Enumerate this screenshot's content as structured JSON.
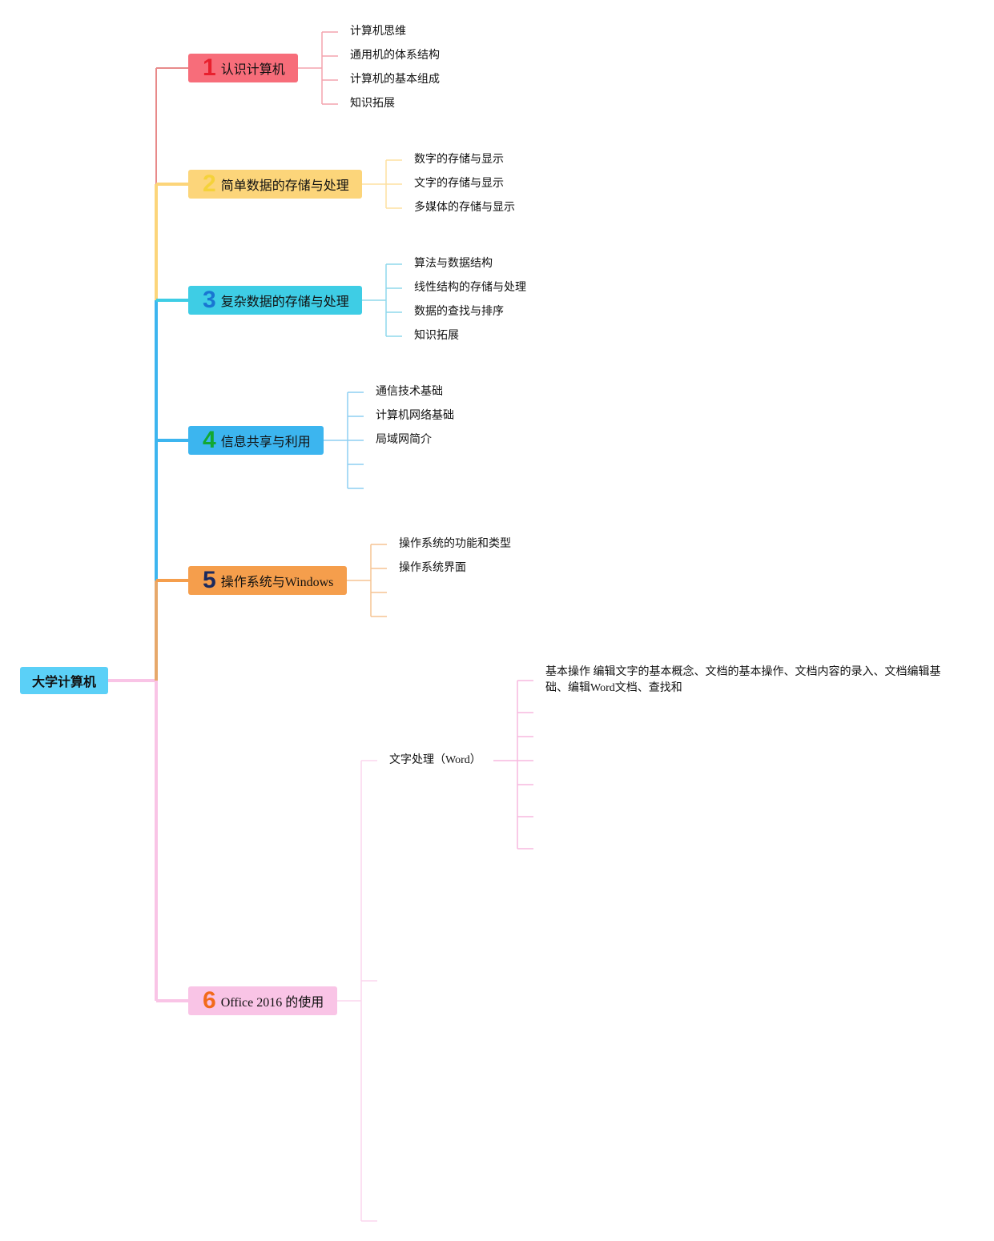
{
  "root": {
    "label": "大学计算机"
  },
  "colors": {
    "root": "#5bd0f7",
    "b1": "#f76d7a",
    "b2": "#fcd57a",
    "b3": "#3ecde5",
    "b4": "#3cb5ef",
    "b5": "#f59e4c",
    "b6": "#f9c4e6"
  },
  "branches": [
    {
      "num": "1",
      "num_color": "#e8202e",
      "label": "认识计算机",
      "children": [
        "计算机思维",
        "通用机的体系结构",
        "计算机的基本组成",
        "知识拓展"
      ]
    },
    {
      "num": "2",
      "num_color": "#f5d23a",
      "label": "简单数据的存储与处理",
      "children": [
        "数字的存储与显示",
        "文字的存储与显示",
        "多媒体的存储与显示"
      ]
    },
    {
      "num": "3",
      "num_color": "#1976d2",
      "label": "复杂数据的存储与处理",
      "children": [
        "算法与数据结构",
        "线性结构的存储与处理",
        "数据的查找与排序",
        "知识拓展"
      ]
    },
    {
      "num": "4",
      "num_color": "#12a832",
      "label": "信息共享与利用",
      "children": [
        "通信技术基础",
        "计算机网络基础",
        "局域网简介"
      ]
    },
    {
      "num": "5",
      "num_color": "#1b2a5e",
      "label": "操作系统与Windows",
      "children": [
        "操作系统的功能和类型",
        "操作系统界面"
      ]
    },
    {
      "num": "6",
      "num_color": "#f26a1b",
      "label": "Office 2016 的使用",
      "children": [
        "文字处理（Word）"
      ]
    }
  ],
  "word_detail": {
    "text": "基本操作 编辑文字的基本概念、文档的基本操作、文档内容的录入、文档编辑基础、编辑Word文档、查找和"
  }
}
